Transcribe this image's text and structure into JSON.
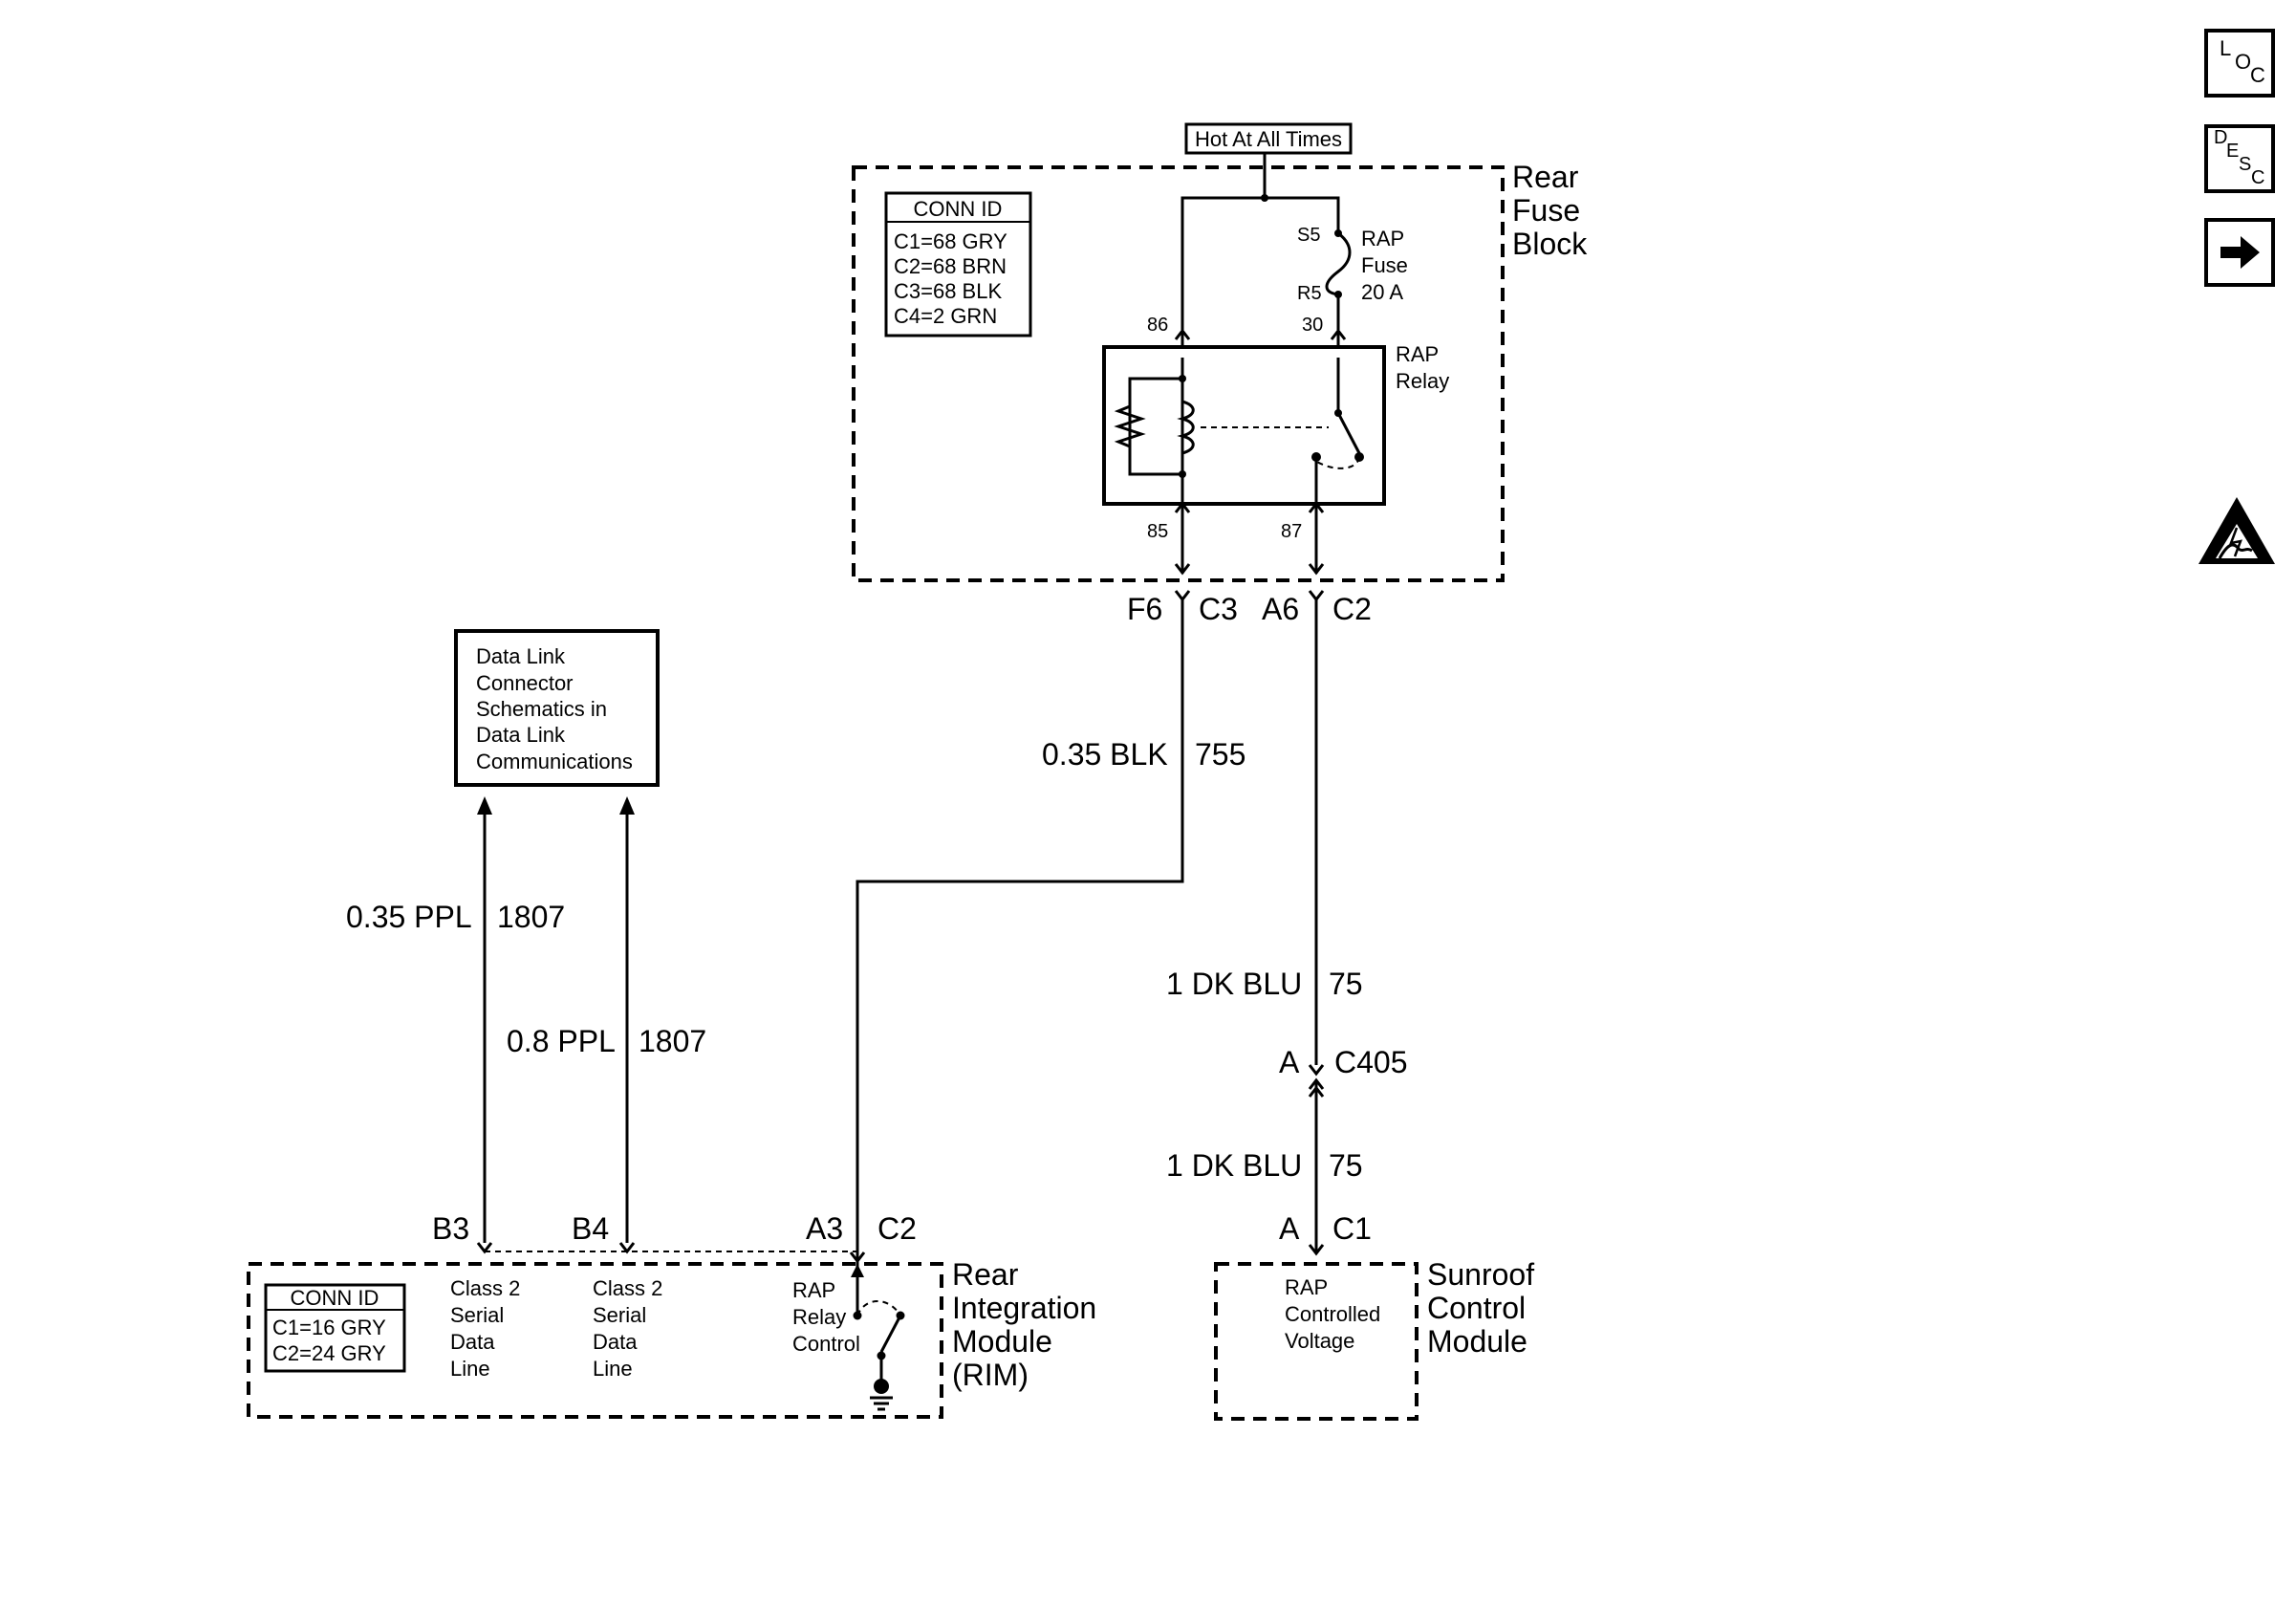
{
  "hot_label": "Hot At All Times",
  "rear_fuse_block": {
    "name": [
      "Rear",
      "Fuse",
      "Block"
    ],
    "conn_id": {
      "title": "CONN ID",
      "lines": [
        "C1=68 GRY",
        "C2=68 BRN",
        "C3=68 BLK",
        "C4=2 GRN"
      ]
    },
    "fuse": {
      "top_pin": "S5",
      "bottom_pin": "R5",
      "label": [
        "RAP",
        "Fuse",
        "20 A"
      ]
    },
    "relay": {
      "label": [
        "RAP",
        "Relay"
      ],
      "pins": {
        "p86": "86",
        "p30": "30",
        "p85": "85",
        "p87": "87"
      }
    }
  },
  "connectors": {
    "f6": "F6",
    "c3_top": "C3",
    "a6": "A6",
    "c2_top": "C2",
    "c405_pin": "A",
    "c405": "C405",
    "b3": "B3",
    "b4": "B4",
    "a3": "A3",
    "c2_rim": "C2",
    "a_c1": "A",
    "c1": "C1"
  },
  "wires": {
    "w755": {
      "gauge_color": "0.35 BLK",
      "circuit": "755"
    },
    "w1807a": {
      "gauge_color": "0.35 PPL",
      "circuit": "1807"
    },
    "w1807b": {
      "gauge_color": "0.8 PPL",
      "circuit": "1807"
    },
    "w75_upper": {
      "gauge_color": "1 DK BLU",
      "circuit": "75"
    },
    "w75_lower": {
      "gauge_color": "1 DK BLU",
      "circuit": "75"
    }
  },
  "dlc_box": [
    "Data Link",
    "Connector",
    "Schematics in",
    "Data Link",
    "Communications"
  ],
  "rim": {
    "name": [
      "Rear",
      "Integration",
      "Module",
      "(RIM)"
    ],
    "conn_id": {
      "title": "CONN ID",
      "lines": [
        "C1=16 GRY",
        "C2=24 GRY"
      ]
    },
    "b3_label": [
      "Class 2",
      "Serial",
      "Data",
      "Line"
    ],
    "b4_label": [
      "Class 2",
      "Serial",
      "Data",
      "Line"
    ],
    "a3_label": [
      "RAP",
      "Relay",
      "Control"
    ]
  },
  "sunroof": {
    "name": [
      "Sunroof",
      "Control",
      "Module"
    ],
    "label": [
      "RAP",
      "Controlled",
      "Voltage"
    ]
  },
  "side_buttons": {
    "loc": [
      "L",
      "O",
      "C"
    ],
    "desc": [
      "D",
      "E",
      "S",
      "C"
    ]
  },
  "icons": {
    "loc": "loc-icon",
    "desc": "desc-icon",
    "next": "arrow-right-icon",
    "esd": "esd-warning-icon"
  }
}
